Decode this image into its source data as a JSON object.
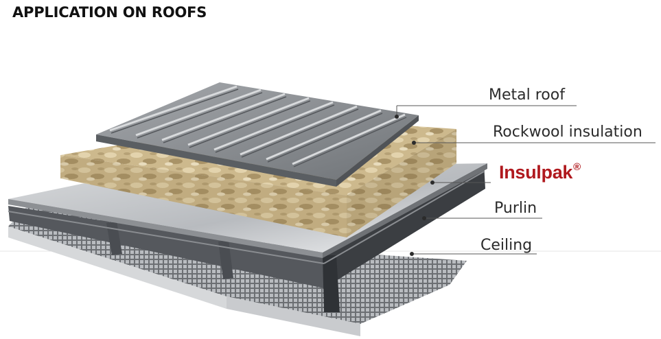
{
  "title": "APPLICATION ON ROOFS",
  "labels": {
    "metal_roof": "Metal roof",
    "rockwool": "Rockwool insulation",
    "insulpak": "Insulpak",
    "insulpak_mark": "®",
    "purlin": "Purlin",
    "ceiling": "Ceiling"
  },
  "colors": {
    "title": "#111111",
    "label_text": "#2b2b2b",
    "brand": "#b0191e",
    "metal_roof": "#8f9398",
    "rockwool": "#c7b48a",
    "panel": "#c9cbcd",
    "purlin": "#4a4d52",
    "ceiling_mesh": "#9ea1a5"
  }
}
